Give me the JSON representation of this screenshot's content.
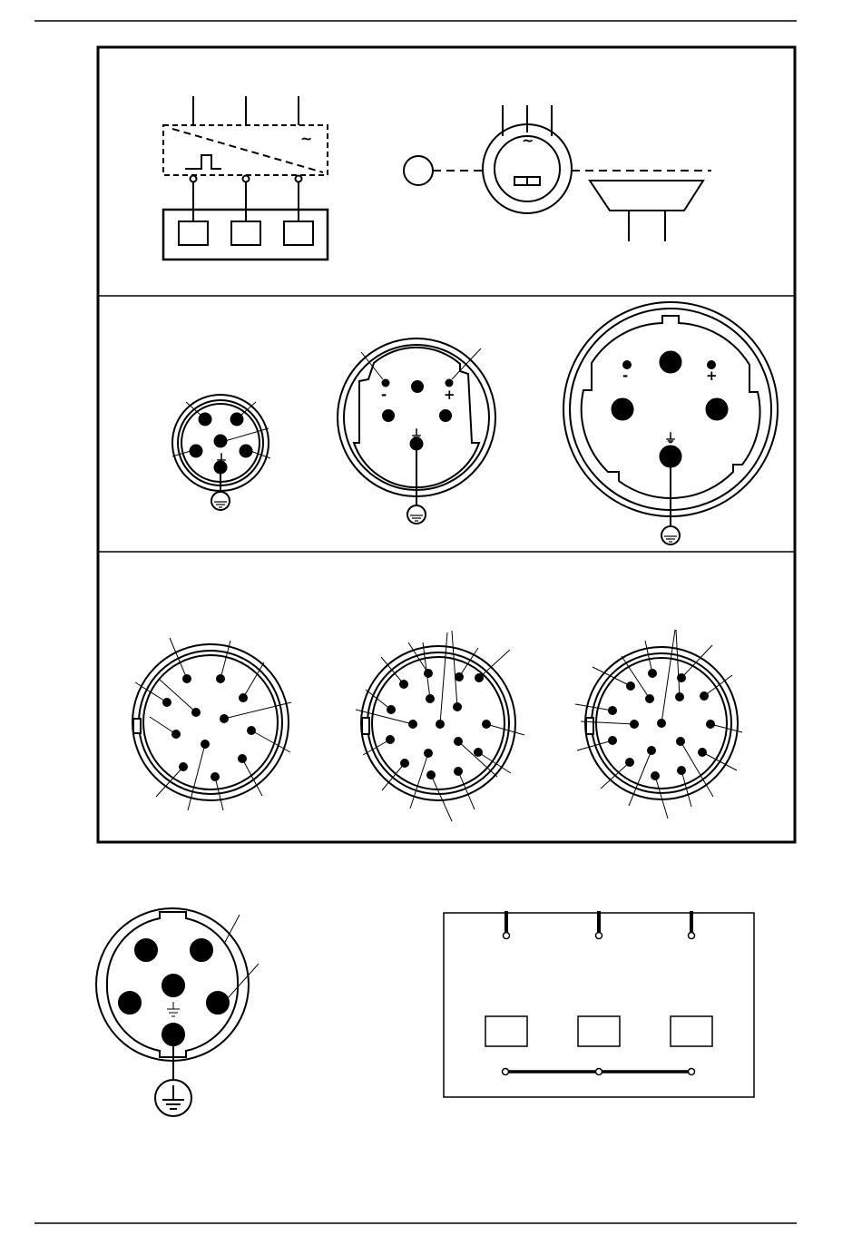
{
  "symbols": {
    "minus": "-",
    "plus": "+",
    "tilde": "~",
    "ac": "∼",
    "ground": "⏚"
  },
  "panels": [
    {
      "id": "converter-and-motor"
    },
    {
      "id": "power-connectors"
    },
    {
      "id": "multipin-connectors"
    }
  ]
}
